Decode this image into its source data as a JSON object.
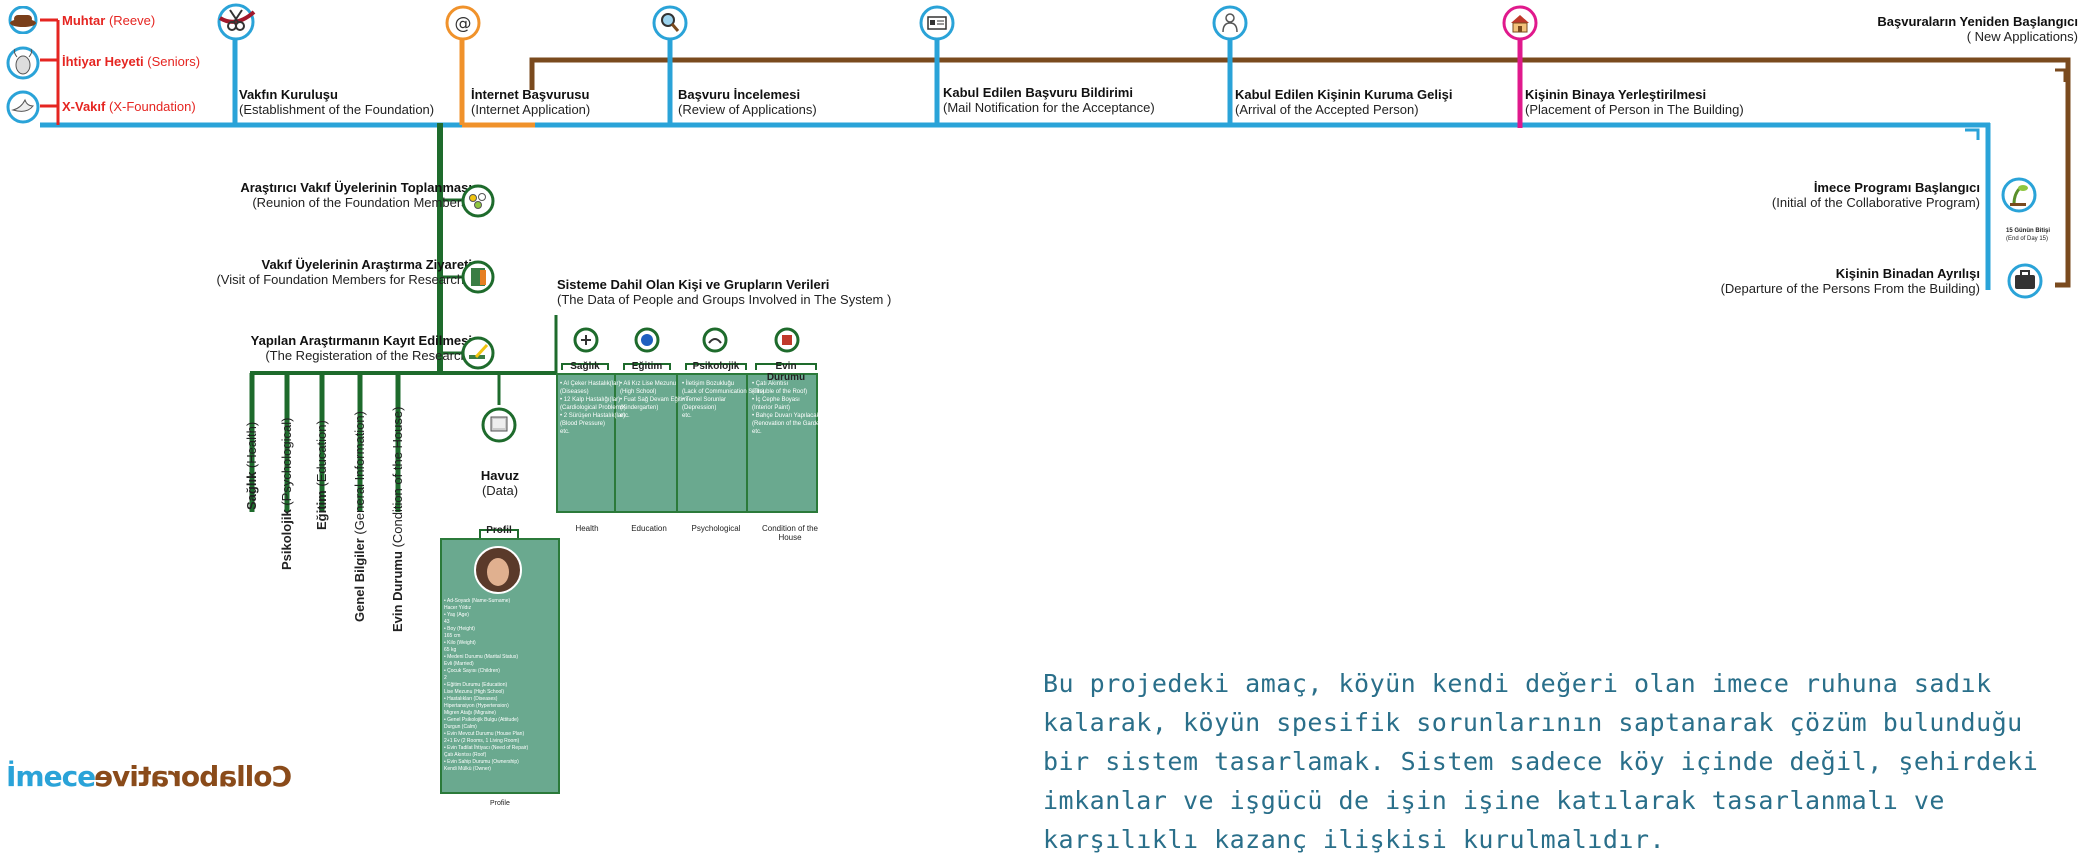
{
  "legend": [
    {
      "name": "Muhtar",
      "sub": "(Reeve)",
      "icon": "hat-icon"
    },
    {
      "name": "İhtiyar Heyeti",
      "sub": "(Seniors)",
      "icon": "goat-icon"
    },
    {
      "name": "X-Vakıf",
      "sub": "(X-Foundation)",
      "icon": "dove-icon"
    }
  ],
  "timeline": [
    {
      "title": "Vakfın Kuruluşu",
      "sub": "(Establishment of the Foundation)",
      "icon": "ribbon-cut-icon"
    },
    {
      "title": "İnternet Başvurusu",
      "sub": "(Internet Application)",
      "icon": "at-sign-icon"
    },
    {
      "title": "Başvuru İncelemesi",
      "sub": "(Review of Applications)",
      "icon": "magnifier-icon"
    },
    {
      "title": "Kabul Edilen Başvuru Bildirimi",
      "sub": "(Mail Notification for the Acceptance)",
      "icon": "mail-icon"
    },
    {
      "title": "Kabul Edilen Kişinin Kuruma Gelişi",
      "sub": "(Arrival of the Accepted Person)",
      "icon": "person-icon"
    },
    {
      "title": "Kişinin Binaya Yerleştirilmesi",
      "sub": "(Placement of Person in The Building)",
      "icon": "house-icon"
    }
  ],
  "restart": {
    "title": "Başvuraların Yeniden Başlangıcı",
    "sub": "( New Applications)"
  },
  "program": {
    "title": "İmece Programı Başlangıcı",
    "sub": "(Initial of the Collaborative Program)",
    "day_title": "15 Günün Bitişi",
    "day_sub": "(End of Day 15)"
  },
  "departure": {
    "title": "Kişinin Binadan Ayrılışı",
    "sub": "(Departure of the Persons From the Building)"
  },
  "research": [
    {
      "title": "Araştırıcı Vakıf Üyelerinin Toplanması",
      "sub": "(Reunion of the Foundation Members)",
      "icon": "group-icon"
    },
    {
      "title": "Vakıf Üyelerinin Araştırma Ziyareti",
      "sub": "(Visit of Foundation Members for Research )",
      "icon": "door-icon"
    },
    {
      "title": "Yapılan Araştırmanın Kayıt Edilmesi",
      "sub": "(The Registeration of the Research)",
      "icon": "pencil-icon"
    }
  ],
  "categories_vertical": [
    {
      "title": "Sağlık",
      "sub": "(Health)"
    },
    {
      "title": "Psikolojik",
      "sub": "(Psychological)"
    },
    {
      "title": "Eğitim",
      "sub": "(Education)"
    },
    {
      "title": "Genel Bilgiler",
      "sub": "(General Information)"
    },
    {
      "title": "Evin Durumu",
      "sub": "(Condition of the House)"
    }
  ],
  "pool": {
    "title": "Havuz",
    "sub": "(Data)"
  },
  "system": {
    "title": "Sisteme Dahil Olan Kişi ve Grupların Verileri",
    "sub": "(The Data of People and Groups Involved in The System )"
  },
  "cards": [
    {
      "head": "Sağlık",
      "foot": "Health",
      "lines": [
        "• Al Çeker Hastalık(lar)",
        "(Diseases)",
        "• 12 Kalp Hastalığı(lar)",
        "(Cardiological Problems)",
        "• 2 Sürüşen Hastalık(lar)",
        "(Blood Pressure)",
        "etc."
      ]
    },
    {
      "head": "Eğitim",
      "foot": "Education",
      "lines": [
        "• Ali Kız Lise Mezunu",
        "(High School)",
        "• Fuat Sağ Devam Eğitim",
        "(Kindergarten)",
        "etc."
      ]
    },
    {
      "head": "Psikolojik",
      "foot": "Psychological",
      "lines": [
        "• İletişim Bozukluğu",
        "(Lack of Communication Skills)",
        "• Temel Sorunlar",
        "(Depression)",
        "etc."
      ]
    },
    {
      "head": "Evin Durumu",
      "foot": "Condition of the House",
      "lines": [
        "• Çatı Akıntısı",
        "(Trouble of the Roof)",
        "• İç Cephe Boyası",
        "(Interior Paint)",
        "• Bahçe Duvarı Yapılacak",
        "(Renovation of the Garden Wall)",
        "etc."
      ]
    }
  ],
  "profile": {
    "head": "Profil",
    "foot": "Profile",
    "lines": [
      "• Ad-Soyadı (Name-Surname)",
      "  Hacer Yıldız",
      "• Yaş (Age)",
      "  43",
      "• Boy (Height)",
      "  165 cm",
      "• Kilo (Weight)",
      "  65 kg",
      "• Medeni Durumu (Marital Status)",
      "  Evli (Married)",
      "• Çocuk Sayısı (Children)",
      "  2",
      "• Eğitim Durumu (Education)",
      "  Lise Mezunu (High School)",
      "• Hastalıkları (Diseases)",
      "  Hipertansiyon (Hypertension)",
      "  Migren Atağı (Migraine)",
      "• Genel Psikolojik Bulgu (Attitude)",
      "  Durgun (Calm)",
      "• Evin Mevcut Durumu (House Plan)",
      "  2+1 Ev (2 Rooms, 1 Living Room)",
      "• Evin Tadilat İhtiyacı (Need of Repair)",
      "  Çatı Akıntısı (Roof)",
      "• Evin Sahip Durumu (Ownership)",
      "  Kendi Mülkü (Owner)"
    ]
  },
  "statement": "Bu projedeki amaç, köyün kendi değeri olan imece ruhuna sadık kalarak, köyün spesifik sorunlarının saptanarak çözüm bulunduğu bir sistem tasarlamak. Sistem sadece köy içinde değil, şehirdeki imkanlar ve işgücü de işin işine katılarak tasarlanmalı ve karşılıklı kazanç ilişkisi kurulmalıdır.",
  "brand": {
    "part1": "İmece",
    "part2": "Collaborative"
  },
  "colors": {
    "blue": "#2aa3d8",
    "green": "#1e6b2c",
    "orange": "#f0922b",
    "brown": "#7a4a1e",
    "magenta": "#e0198c",
    "red": "#e52521",
    "teal": "#6aa98f",
    "statement": "#2a6f8a",
    "brand_blue": "#2aa3d8",
    "brand_brown": "#8a4b1a"
  }
}
